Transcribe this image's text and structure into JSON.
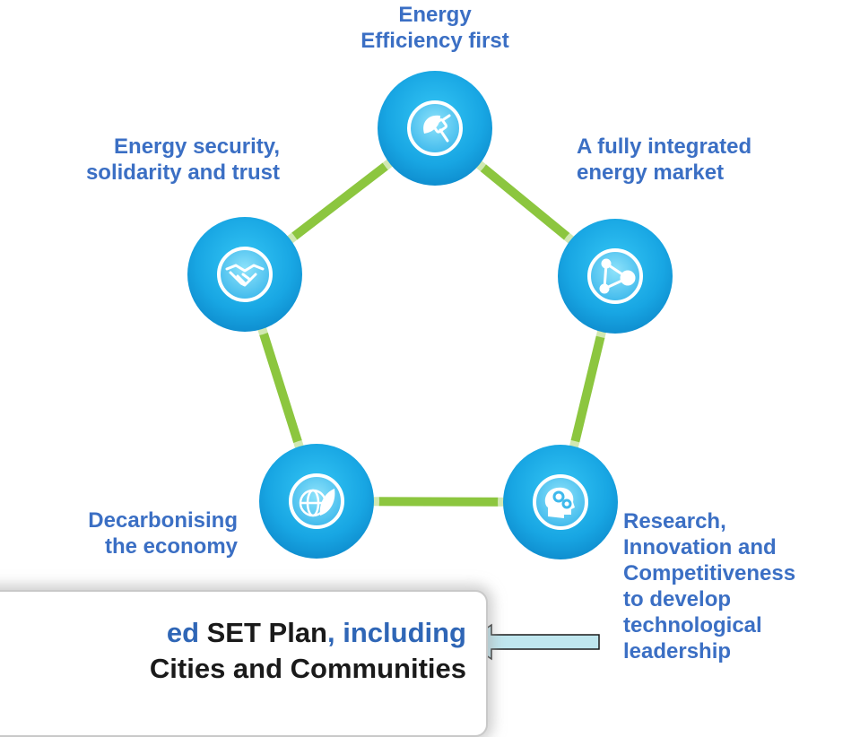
{
  "nodes": [
    {
      "id": "top",
      "icon": "plug-leaf-icon",
      "label_lines": [
        "Energy",
        "Efficiency first"
      ]
    },
    {
      "id": "right",
      "icon": "network-nodes-icon",
      "label_lines": [
        "A fully integrated",
        "energy market"
      ]
    },
    {
      "id": "bottom_right",
      "icon": "head-gears-icon",
      "label_lines": [
        "Research,",
        "Innovation and",
        "Competitiveness",
        "to develop",
        "technological",
        "leadership"
      ]
    },
    {
      "id": "bottom_left",
      "icon": "globe-leaf-icon",
      "label_lines": [
        "Decarbonising",
        "the economy"
      ]
    },
    {
      "id": "left",
      "icon": "handshake-icon",
      "label_lines": [
        "Energy security,",
        "solidarity and trust"
      ]
    }
  ],
  "callout": {
    "line1_part1": "ed ",
    "line1_part2": "SET Plan",
    "line1_part3": ", including",
    "line2": "Cities and Communities"
  },
  "colors": {
    "label_text": "#3b6fc4",
    "connector_green": "#8cc63f",
    "node_blue": "#1aa3e0",
    "node_light": "#5fd0f5",
    "arrow_fill": "#bfe6ee",
    "callout_blue": "#2f66b6"
  }
}
